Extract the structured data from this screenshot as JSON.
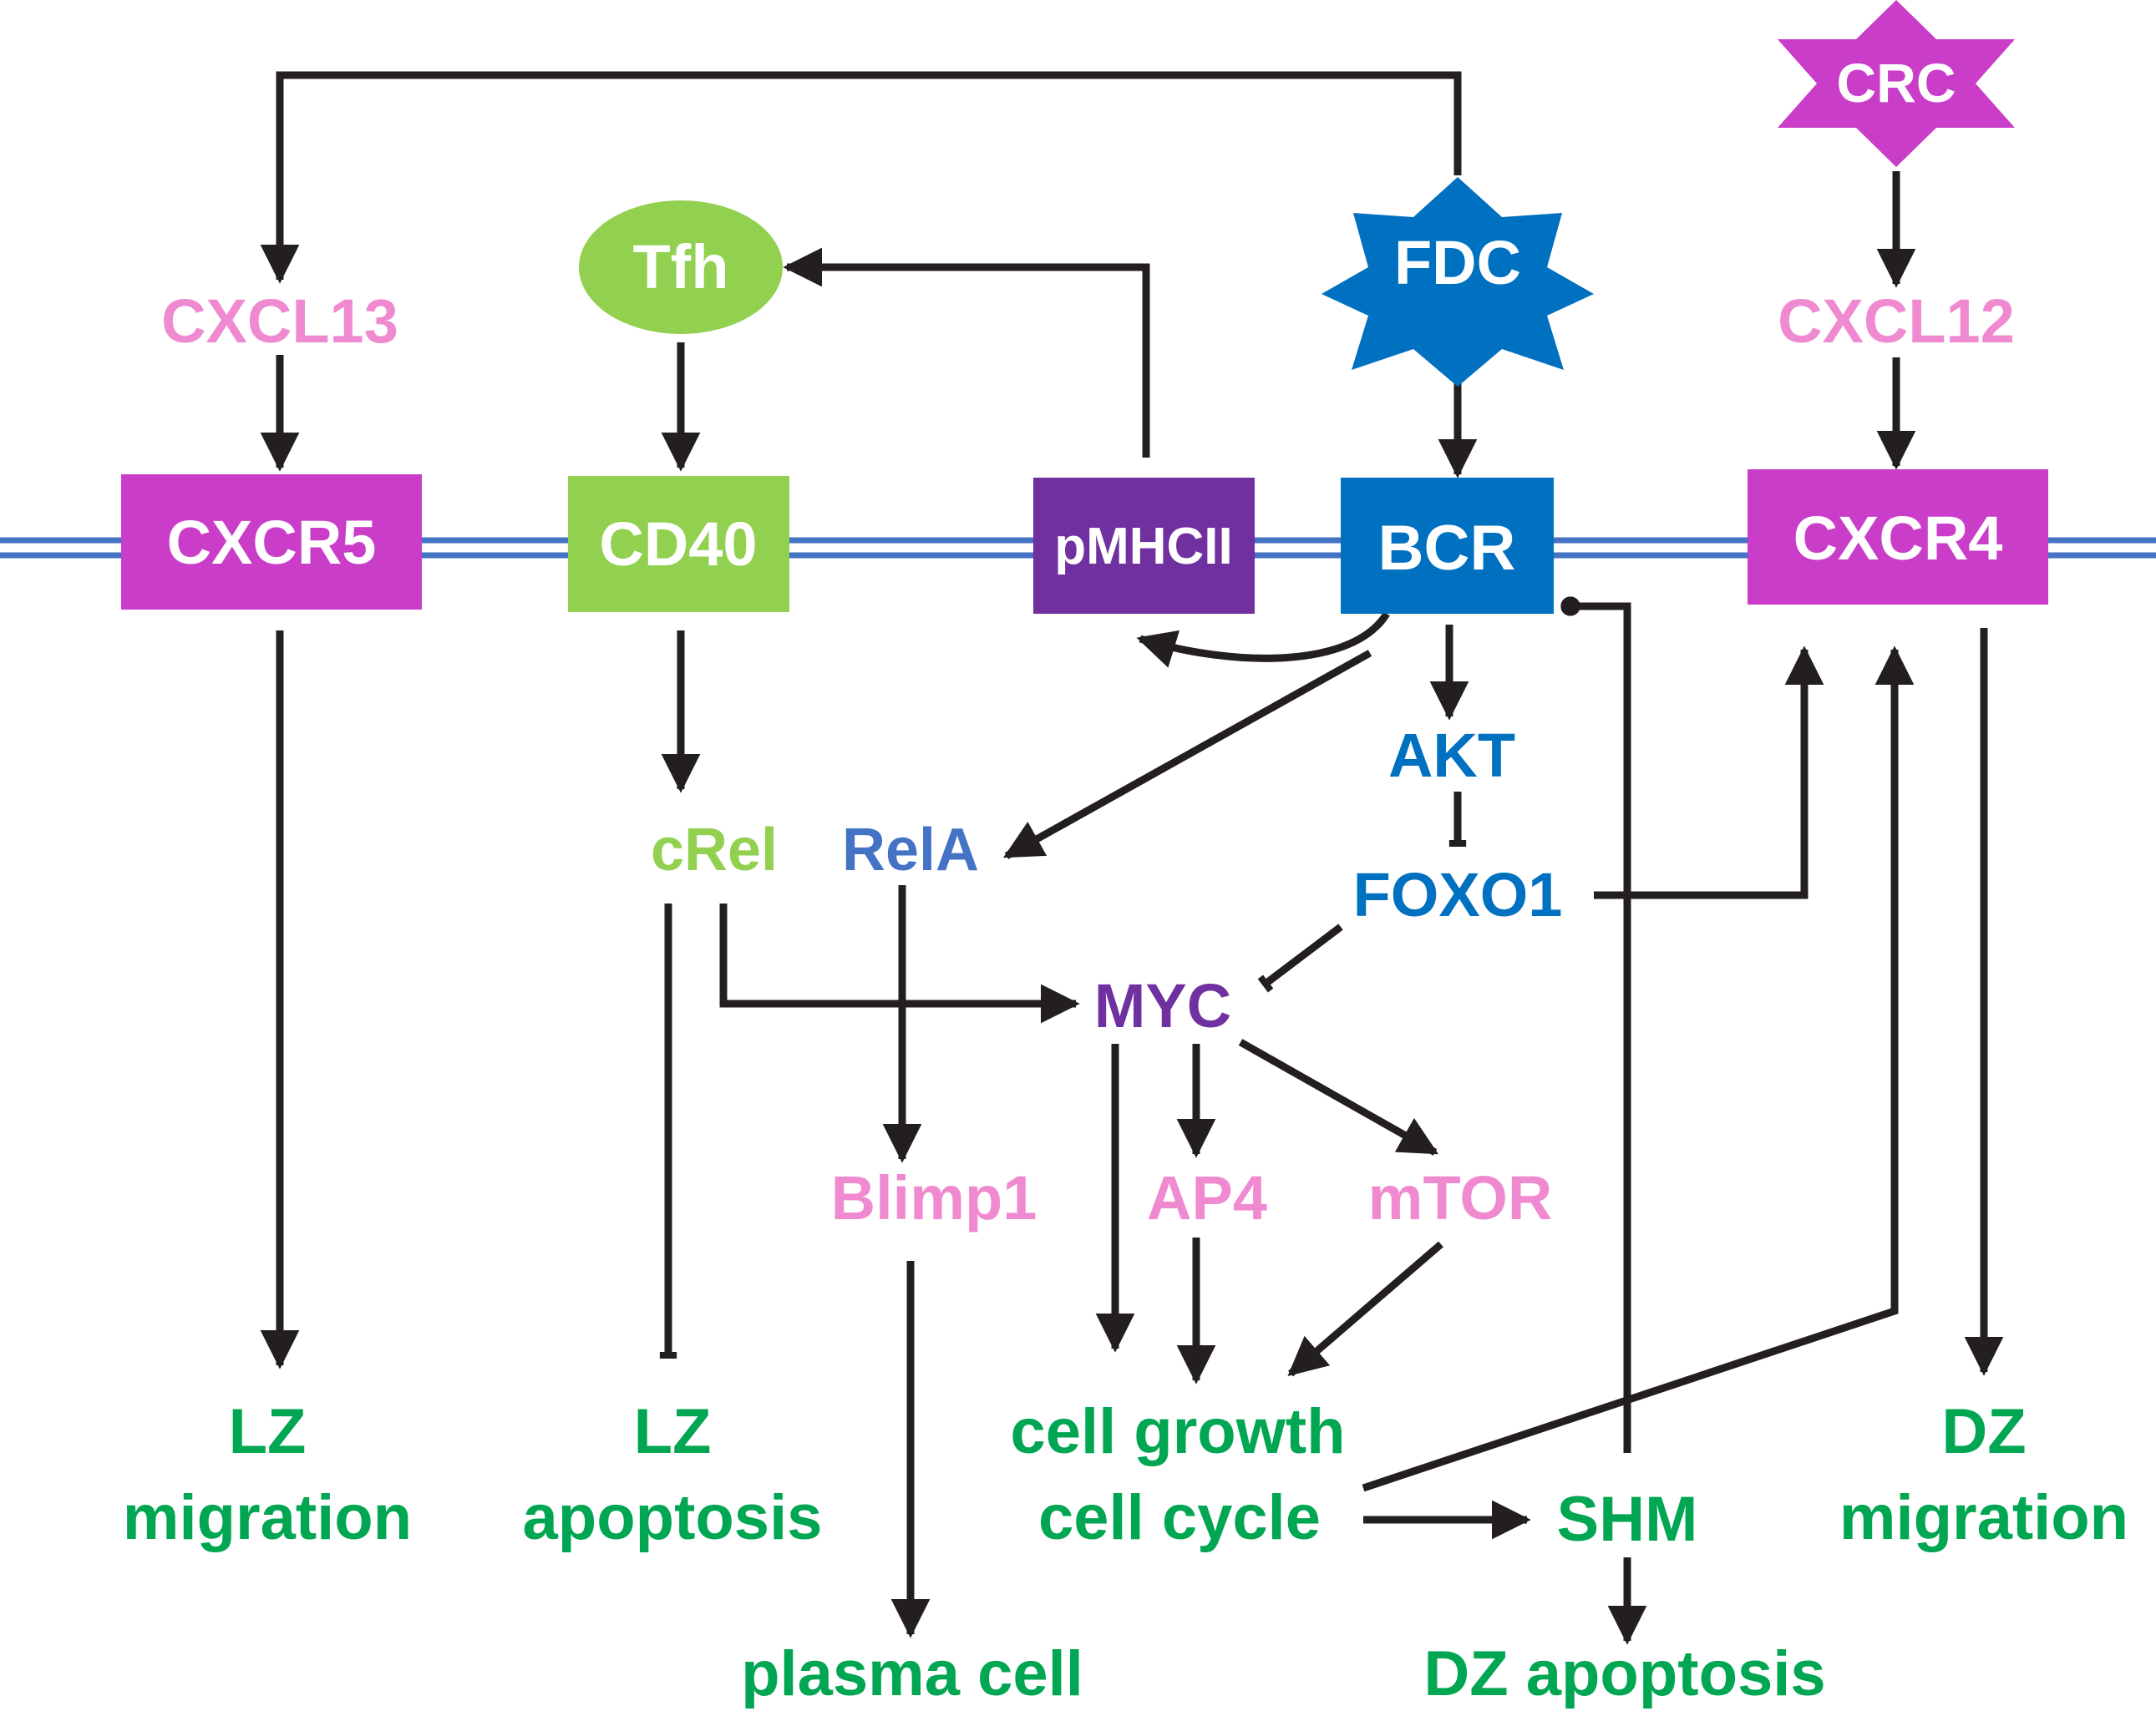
{
  "colors": {
    "magenta": "#c93dc8",
    "green_box": "#92d050",
    "purple_box": "#7030a0",
    "blue_box": "#0070c0",
    "pink_text": "#f08ad0",
    "green_text": "#00a651",
    "lightgreen_text": "#92d050",
    "blue_text": "#0070c0",
    "rela_text": "#4472c4",
    "myc_text": "#7030a0",
    "membrane": "#4472c4",
    "arrow": "#231f20"
  },
  "cells": {
    "crc": "CRC",
    "fdc": "FDC",
    "tfh": "Tfh"
  },
  "receptors": {
    "cxcr5": "CXCR5",
    "cd40": "CD40",
    "pmhcii": "pMHCII",
    "bcr": "BCR",
    "cxcr4": "CXCR4"
  },
  "ligands": {
    "cxcl13": "CXCL13",
    "cxcl12": "CXCL12"
  },
  "signaling": {
    "akt": "AKT",
    "foxo1": "FOXO1",
    "crel": "cRel",
    "rela": "RelA",
    "myc": "MYC",
    "blimp1": "Blimp1",
    "ap4": "AP4",
    "mtor": "mTOR"
  },
  "outcomes": {
    "lz_migration": [
      "LZ",
      "migration"
    ],
    "lz_apoptosis": [
      "LZ",
      "apoptosis"
    ],
    "cell_growth_cycle": [
      "cell growth",
      "cell cycle"
    ],
    "dz_migration": [
      "DZ",
      "migration"
    ],
    "shm": "SHM",
    "plasma_cell": "plasma cell",
    "dz_apoptosis": "DZ apoptosis"
  }
}
